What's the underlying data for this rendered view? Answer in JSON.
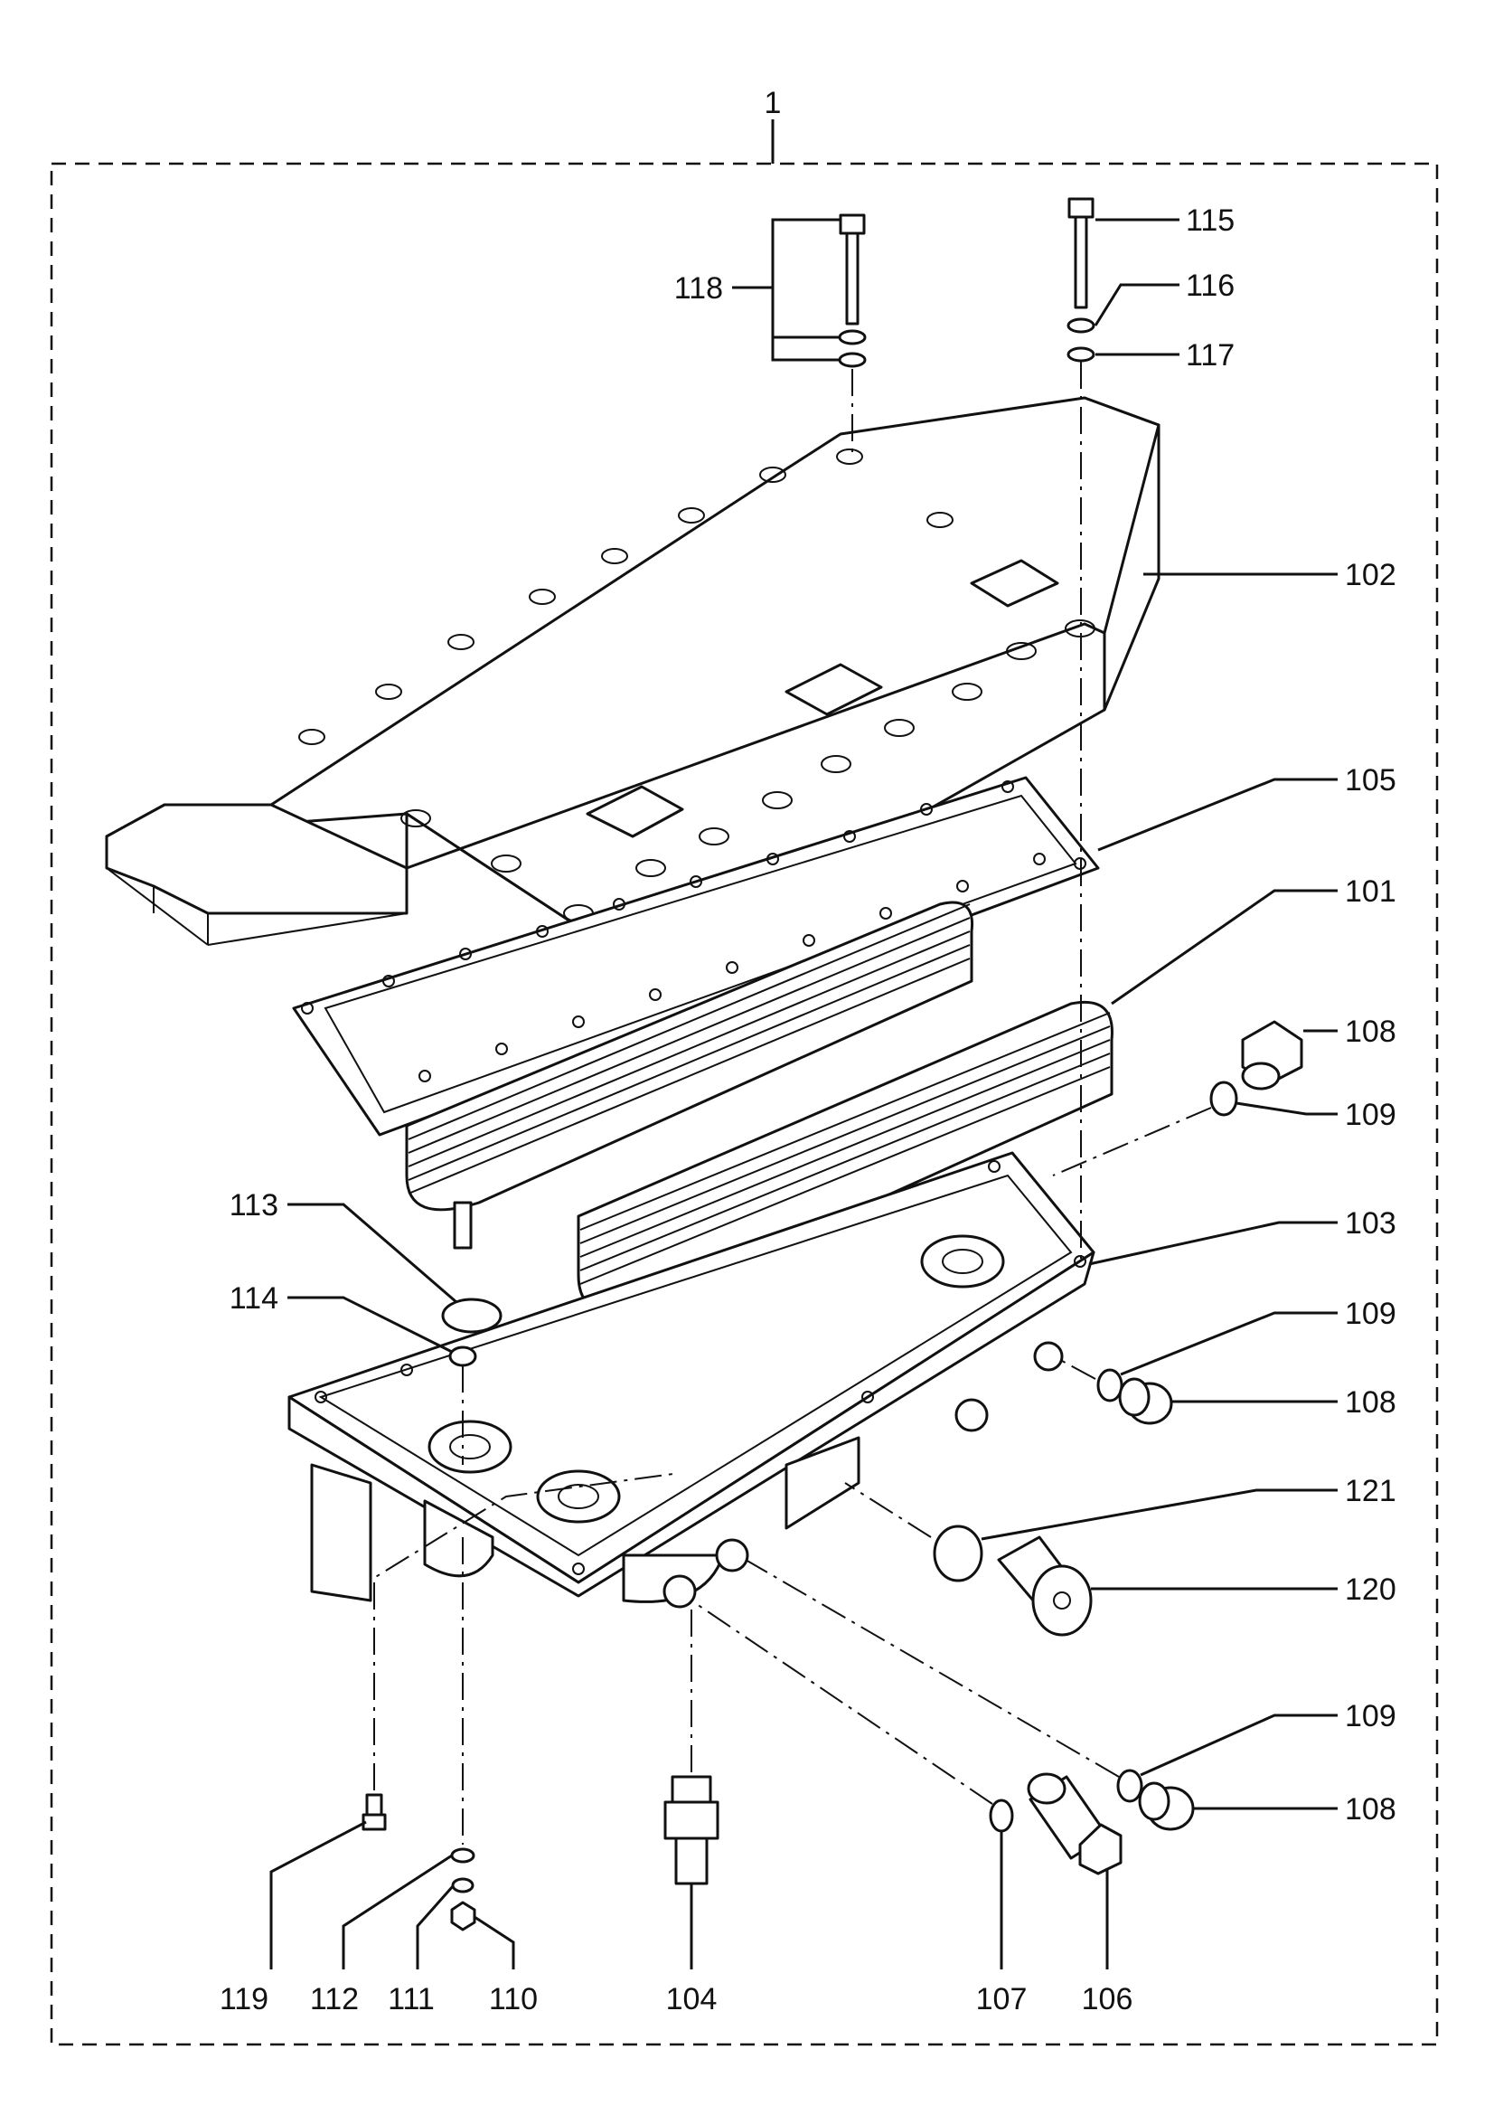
{
  "assembly_label": "1",
  "callouts": [
    {
      "id": "c118",
      "text": "118"
    },
    {
      "id": "c115",
      "text": "115"
    },
    {
      "id": "c116",
      "text": "116"
    },
    {
      "id": "c117",
      "text": "117"
    },
    {
      "id": "c102",
      "text": "102"
    },
    {
      "id": "c105",
      "text": "105"
    },
    {
      "id": "c101",
      "text": "101"
    },
    {
      "id": "c108a",
      "text": "108"
    },
    {
      "id": "c109a",
      "text": "109"
    },
    {
      "id": "c113",
      "text": "113"
    },
    {
      "id": "c103",
      "text": "103"
    },
    {
      "id": "c114",
      "text": "114"
    },
    {
      "id": "c109b",
      "text": "109"
    },
    {
      "id": "c108b",
      "text": "108"
    },
    {
      "id": "c121",
      "text": "121"
    },
    {
      "id": "c120",
      "text": "120"
    },
    {
      "id": "c109c",
      "text": "109"
    },
    {
      "id": "c108c",
      "text": "108"
    },
    {
      "id": "c119",
      "text": "119"
    },
    {
      "id": "c112",
      "text": "112"
    },
    {
      "id": "c111",
      "text": "111"
    },
    {
      "id": "c110",
      "text": "110"
    },
    {
      "id": "c104",
      "text": "104"
    },
    {
      "id": "c107",
      "text": "107"
    },
    {
      "id": "c106",
      "text": "106"
    }
  ]
}
